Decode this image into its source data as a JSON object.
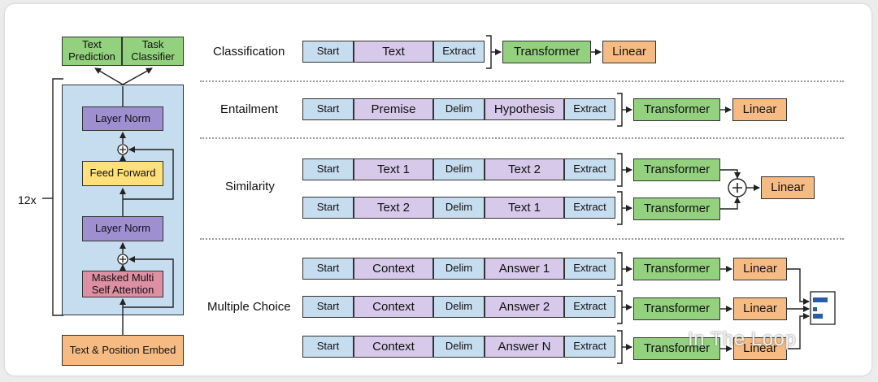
{
  "architecture": {
    "repeat_label": "12x",
    "output_heads": [
      "Text\nPrediction",
      "Task\nClassifier"
    ],
    "layers": {
      "layer_norm_top": "Layer Norm",
      "feed_forward": "Feed Forward",
      "layer_norm_bottom": "Layer Norm",
      "attention": "Masked Multi\nSelf Attention",
      "embed": "Text & Position Embed"
    }
  },
  "tasks": {
    "classification": {
      "label": "Classification",
      "tokens": [
        "Start",
        "Text",
        "Extract"
      ],
      "transformer": "Transformer",
      "linear": "Linear"
    },
    "entailment": {
      "label": "Entailment",
      "tokens": [
        "Start",
        "Premise",
        "Delim",
        "Hypothesis",
        "Extract"
      ],
      "transformer": "Transformer",
      "linear": "Linear"
    },
    "similarity": {
      "label": "Similarity",
      "rows": [
        {
          "tokens": [
            "Start",
            "Text 1",
            "Delim",
            "Text 2",
            "Extract"
          ],
          "transformer": "Transformer"
        },
        {
          "tokens": [
            "Start",
            "Text 2",
            "Delim",
            "Text 1",
            "Extract"
          ],
          "transformer": "Transformer"
        }
      ],
      "plus_symbol": "+",
      "linear": "Linear"
    },
    "multiple_choice": {
      "label": "Multiple Choice",
      "rows": [
        {
          "tokens": [
            "Start",
            "Context",
            "Delim",
            "Answer 1",
            "Extract"
          ],
          "transformer": "Transformer",
          "linear": "Linear"
        },
        {
          "tokens": [
            "Start",
            "Context",
            "Delim",
            "Answer 2",
            "Extract"
          ],
          "transformer": "Transformer",
          "linear": "Linear"
        },
        {
          "tokens": [
            "Start",
            "Context",
            "Delim",
            "Answer N",
            "Extract"
          ],
          "transformer": "Transformer",
          "linear": "Linear"
        }
      ]
    }
  },
  "colors": {
    "token_blue": "#c6dcef",
    "token_purple": "#d6c9ea",
    "transformer_green": "#93d17e",
    "linear_orange": "#f6bb83",
    "layer_norm": "#9e8fd1",
    "feed_forward": "#ffe07a",
    "attention": "#dd8fa4",
    "block_bg": "#c6dcef"
  },
  "watermark": "In The Loop"
}
